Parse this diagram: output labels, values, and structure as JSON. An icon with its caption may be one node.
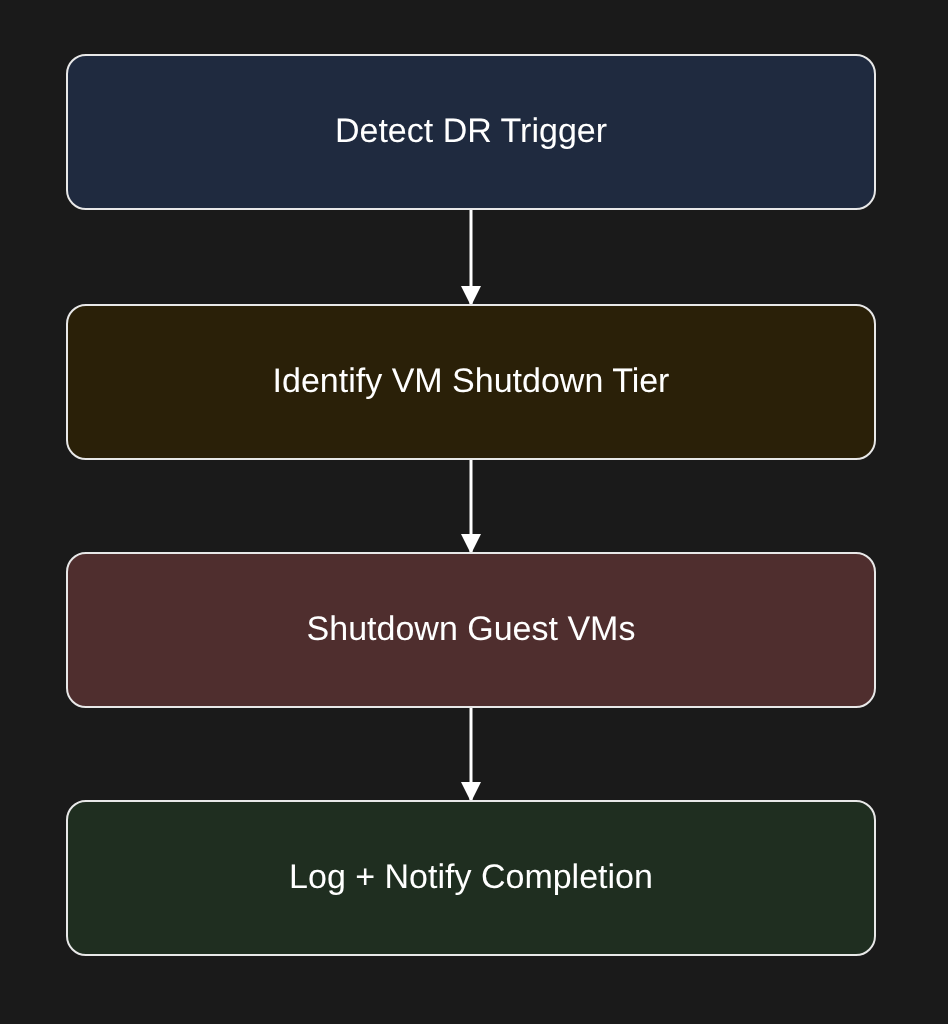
{
  "diagram": {
    "nodes": [
      {
        "text": [
          "Detect DR Trigger"
        ]
      },
      {
        "text": [
          "Identify VM Shutdown Tier"
        ]
      },
      {
        "text": [
          "Shutdown Guest VMs"
        ]
      },
      {
        "text": [
          "Log + Notify Completion"
        ]
      }
    ],
    "edges": [
      {
        "from": 0,
        "to": 1,
        "arrow": "to"
      },
      {
        "from": 1,
        "to": 2,
        "arrow": "to"
      },
      {
        "from": 2,
        "to": 3,
        "arrow": "to"
      }
    ]
  }
}
